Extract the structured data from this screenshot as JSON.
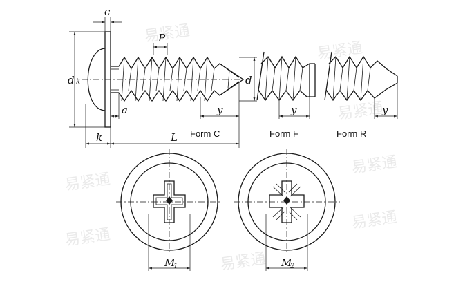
{
  "labels": {
    "c": "c",
    "P": "P",
    "dk": "d",
    "dk_sub": "k",
    "d": "d",
    "a": "a",
    "y": "y",
    "k": "k",
    "L": "L",
    "M1": "M",
    "M1_sub": "1",
    "M2": "M",
    "M2_sub": "2"
  },
  "forms": {
    "form_c": "Form C",
    "form_f": "Form F",
    "form_r": "Form R"
  },
  "watermark": "易紧通"
}
